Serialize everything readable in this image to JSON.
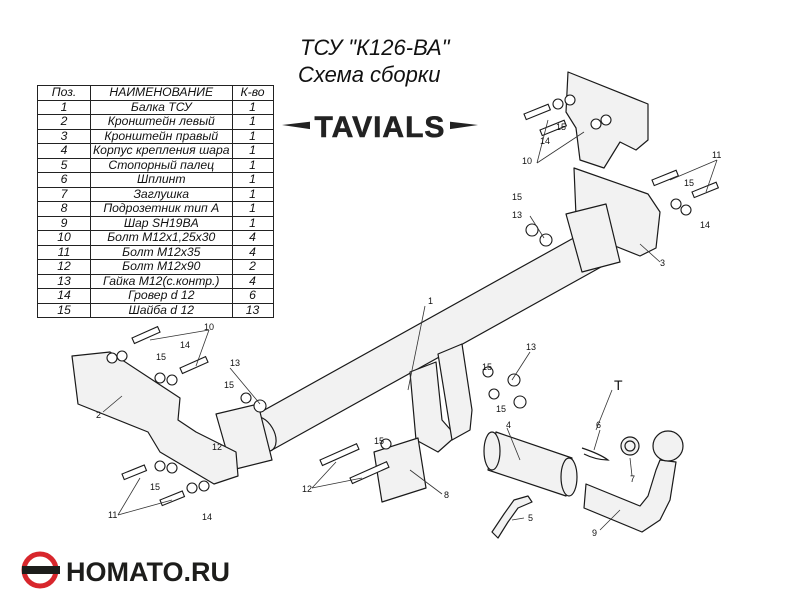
{
  "title": "ТСУ \"К126-ВА\"",
  "subtitle": "Схема сборки",
  "brand_logo": "TAVIALS",
  "site_logo": "HOMATO.RU",
  "table": {
    "headers": [
      "Поз.",
      "НАИМЕНОВАНИЕ",
      "К-во"
    ],
    "rows": [
      [
        "1",
        "Балка ТСУ",
        "1"
      ],
      [
        "2",
        "Кронштейн левый",
        "1"
      ],
      [
        "3",
        "Кронштейн правый",
        "1"
      ],
      [
        "4",
        "Корпус крепления шара",
        "1"
      ],
      [
        "5",
        "Стопорный палец",
        "1"
      ],
      [
        "6",
        "Шплинт",
        "1"
      ],
      [
        "7",
        "Заглушка",
        "1"
      ],
      [
        "8",
        "Подрозетник тип А",
        "1"
      ],
      [
        "9",
        "Шар SH19BA",
        "1"
      ],
      [
        "10",
        "Болт М12х1,25х30",
        "4"
      ],
      [
        "11",
        "Болт М12х35",
        "4"
      ],
      [
        "12",
        "Болт М12х90",
        "2"
      ],
      [
        "13",
        "Гайка М12(с.контр.)",
        "4"
      ],
      [
        "14",
        "Гровер d 12",
        "6"
      ],
      [
        "15",
        "Шайба d 12",
        "13"
      ]
    ]
  },
  "callouts": [
    "1",
    "2",
    "3",
    "4",
    "5",
    "6",
    "7",
    "8",
    "9",
    "10",
    "11",
    "12",
    "13",
    "14",
    "15",
    "T"
  ],
  "colors": {
    "part_fill": "#f2f2f2",
    "line": "#1a1a1a",
    "site_red": "#d8262c",
    "site_dark": "#1d1d1b"
  }
}
